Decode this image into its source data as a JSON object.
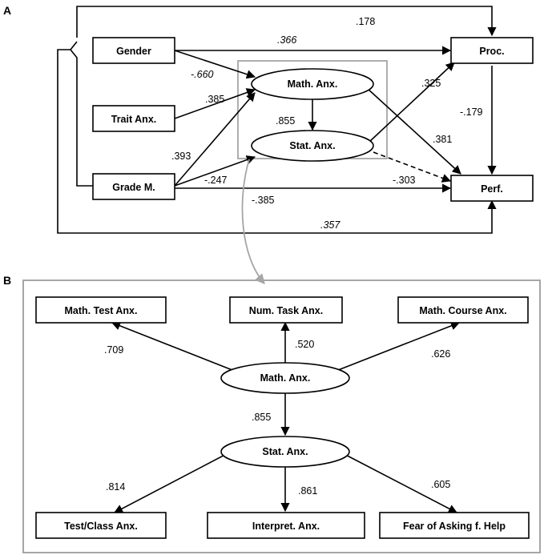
{
  "panel_a": {
    "label": "A",
    "nodes": {
      "gender": "Gender",
      "trait_anx": "Trait Anx.",
      "grade_m": "Grade M.",
      "math_anx": "Math. Anx.",
      "stat_anx": "Stat. Anx.",
      "proc": "Proc.",
      "perf": "Perf."
    },
    "coefficients": {
      "gender_proc_top": ".178",
      "gender_proc": ".366",
      "gender_math": "-.660",
      "trait_math": ".385",
      "math_stat": ".855",
      "grade_math": ".393",
      "grade_stat": "-.247",
      "grade_perf": "-.385",
      "stat_proc": ".325",
      "proc_perf": "-.179",
      "math_perf": ".381",
      "stat_perf": "-.303",
      "bottom_loop": ".357"
    }
  },
  "panel_b": {
    "label": "B",
    "nodes": {
      "math_test_anx": "Math. Test Anx.",
      "num_task_anx": "Num. Task Anx.",
      "math_course_anx": "Math. Course Anx.",
      "math_anx": "Math. Anx.",
      "stat_anx": "Stat. Anx.",
      "test_class_anx": "Test/Class Anx.",
      "interpret_anx": "Interpret. Anx.",
      "fear_help": "Fear of Asking f. Help"
    },
    "coefficients": {
      "math_test": ".709",
      "num_task": ".520",
      "math_course": ".626",
      "math_stat": ".855",
      "test_class": ".814",
      "interpret": ".861",
      "fear_help": ".605"
    }
  },
  "colors": {
    "line": "#000000",
    "highlight_frame": "#a6a6a6",
    "panel_border": "#a6a6a6"
  }
}
